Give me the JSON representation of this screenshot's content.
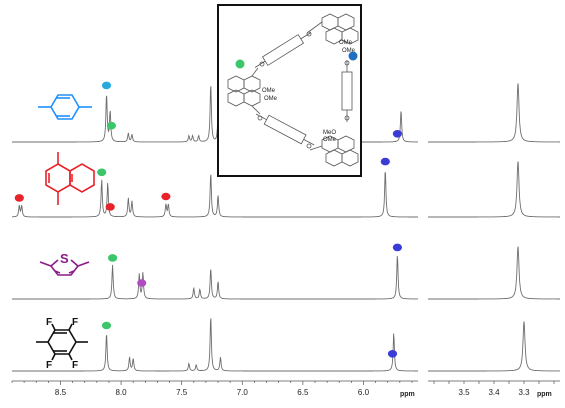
{
  "chart_data": {
    "type": "line",
    "title": "",
    "panels": [
      {
        "id": "main",
        "xlabel": "ppm",
        "xlim": [
          8.9,
          5.55
        ],
        "x_reversed": true,
        "xticks": [
          8.5,
          8.0,
          7.5,
          7.0,
          6.5,
          6.0
        ],
        "xtick_labels": [
          "8.5",
          "8.0",
          "7.5",
          "7.0",
          "6.5",
          "6.0"
        ]
      },
      {
        "id": "aliphatic",
        "xlabel": "ppm",
        "xlim": [
          3.62,
          3.18
        ],
        "x_reversed": true,
        "xticks": [
          3.5,
          3.4,
          3.3
        ],
        "xtick_labels": [
          "3.5",
          "3.4",
          "3.3"
        ]
      }
    ],
    "series": [
      {
        "guest": "p-xylene",
        "structure_color": "#1e90ff",
        "peaks": [
          {
            "ppm": 8.12,
            "h": 0.78
          },
          {
            "ppm": 8.09,
            "h": 0.5
          },
          {
            "ppm": 7.94,
            "h": 0.14
          },
          {
            "ppm": 7.91,
            "h": 0.12
          },
          {
            "ppm": 7.44,
            "h": 0.1
          },
          {
            "ppm": 7.41,
            "h": 0.1
          },
          {
            "ppm": 7.36,
            "h": 0.1
          },
          {
            "ppm": 7.26,
            "h": 0.95
          },
          {
            "ppm": 7.2,
            "h": 0.42
          },
          {
            "ppm": 5.69,
            "h": 0.52
          }
        ],
        "aliphatic_peaks": [
          {
            "ppm": 3.32,
            "h": 0.95
          }
        ],
        "markers": [
          {
            "ppm": 8.12,
            "color": "#29a8e0"
          },
          {
            "ppm": 8.08,
            "color": "#3cc66a"
          },
          {
            "ppm": 5.72,
            "color": "#3b3bd6"
          }
        ]
      },
      {
        "guest": "1,4-dimethylnaphthalene",
        "structure_color": "#e8232a",
        "peaks": [
          {
            "ppm": 8.84,
            "h": 0.18
          },
          {
            "ppm": 8.82,
            "h": 0.18
          },
          {
            "ppm": 8.16,
            "h": 0.6
          },
          {
            "ppm": 8.11,
            "h": 0.55
          },
          {
            "ppm": 7.94,
            "h": 0.3
          },
          {
            "ppm": 7.91,
            "h": 0.25
          },
          {
            "ppm": 7.63,
            "h": 0.2
          },
          {
            "ppm": 7.61,
            "h": 0.2
          },
          {
            "ppm": 7.26,
            "h": 0.72
          },
          {
            "ppm": 7.2,
            "h": 0.35
          },
          {
            "ppm": 5.82,
            "h": 0.78
          }
        ],
        "aliphatic_peaks": [
          {
            "ppm": 3.32,
            "h": 0.9
          }
        ],
        "markers": [
          {
            "ppm": 8.84,
            "color": "#e8232a"
          },
          {
            "ppm": 8.16,
            "color": "#3cc66a"
          },
          {
            "ppm": 8.09,
            "color": "#e8232a"
          },
          {
            "ppm": 7.63,
            "color": "#e8232a"
          },
          {
            "ppm": 5.82,
            "color": "#3b3bd6"
          }
        ]
      },
      {
        "guest": "2,5-dimethylthiophene",
        "structure_color": "#8b1a8b",
        "peaks": [
          {
            "ppm": 8.07,
            "h": 0.55
          },
          {
            "ppm": 7.85,
            "h": 0.4
          },
          {
            "ppm": 7.82,
            "h": 0.42
          },
          {
            "ppm": 7.4,
            "h": 0.18
          },
          {
            "ppm": 7.35,
            "h": 0.16
          },
          {
            "ppm": 7.26,
            "h": 0.5
          },
          {
            "ppm": 7.2,
            "h": 0.28
          },
          {
            "ppm": 5.72,
            "h": 0.72
          }
        ],
        "aliphatic_peaks": [
          {
            "ppm": 3.32,
            "h": 0.85
          }
        ],
        "markers": [
          {
            "ppm": 8.07,
            "color": "#3cc66a"
          },
          {
            "ppm": 7.83,
            "color": "#b04cc0"
          },
          {
            "ppm": 5.72,
            "color": "#3b3bd6"
          }
        ]
      },
      {
        "guest": "1,4-dimethyltetrafluorobenzene",
        "structure_color": "#111111",
        "peaks": [
          {
            "ppm": 8.12,
            "h": 0.62
          },
          {
            "ppm": 7.93,
            "h": 0.22
          },
          {
            "ppm": 7.9,
            "h": 0.2
          },
          {
            "ppm": 7.44,
            "h": 0.12
          },
          {
            "ppm": 7.38,
            "h": 0.1
          },
          {
            "ppm": 7.26,
            "h": 0.9
          },
          {
            "ppm": 7.18,
            "h": 0.22
          },
          {
            "ppm": 5.75,
            "h": 0.62
          }
        ],
        "aliphatic_peaks": [
          {
            "ppm": 3.3,
            "h": 0.8
          }
        ],
        "markers": [
          {
            "ppm": 8.12,
            "color": "#3cc66a"
          },
          {
            "ppm": 5.76,
            "color": "#3b3bd6"
          }
        ]
      }
    ],
    "inset": {
      "labels": [
        "OMe",
        "OMe",
        "OMe",
        "OMe",
        "MeO",
        "OMe"
      ],
      "dot_colors": [
        "#3cc66a",
        "#1e6fc0"
      ]
    },
    "molecule_labels": [
      "S",
      "F",
      "F",
      "F",
      "F"
    ],
    "grid": false,
    "legend": "none"
  }
}
